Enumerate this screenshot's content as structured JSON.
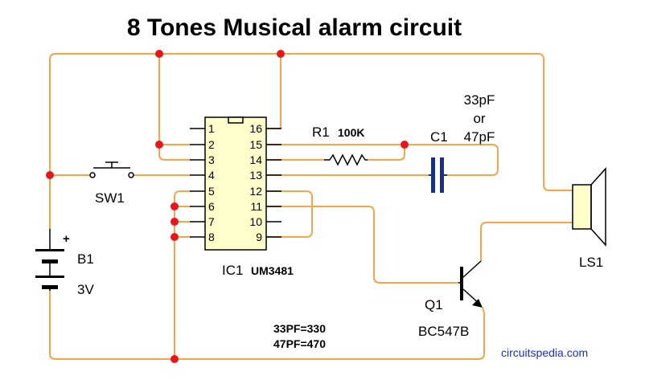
{
  "title": "8 Tones Musical alarm circuit",
  "ic": {
    "ref": "IC1",
    "part": "UM3481",
    "pins_left": [
      "1",
      "2",
      "3",
      "4",
      "5",
      "6",
      "7",
      "8"
    ],
    "pins_right": [
      "16",
      "15",
      "14",
      "13",
      "12",
      "11",
      "10",
      "9"
    ]
  },
  "r1": {
    "ref": "R1",
    "value": "100K"
  },
  "c1": {
    "ref": "C1",
    "value_line1": "33pF",
    "value_line2": "or",
    "value_line3": "47pF"
  },
  "sw1": {
    "ref": "SW1"
  },
  "b1": {
    "ref": "B1",
    "voltage": "3V",
    "plus": "+"
  },
  "ls1": {
    "ref": "LS1"
  },
  "q1": {
    "ref": "Q1",
    "part": "BC547B"
  },
  "note": {
    "line1": "33PF=330",
    "line2": "47PF=470"
  },
  "website": "circuitspedia.com",
  "colors": {
    "wire": "#f4a54a",
    "junction": "#e8161c",
    "capacitor": "#1a2f8a",
    "ic_body": "#ffffcc",
    "website": "#1a2fd0"
  }
}
